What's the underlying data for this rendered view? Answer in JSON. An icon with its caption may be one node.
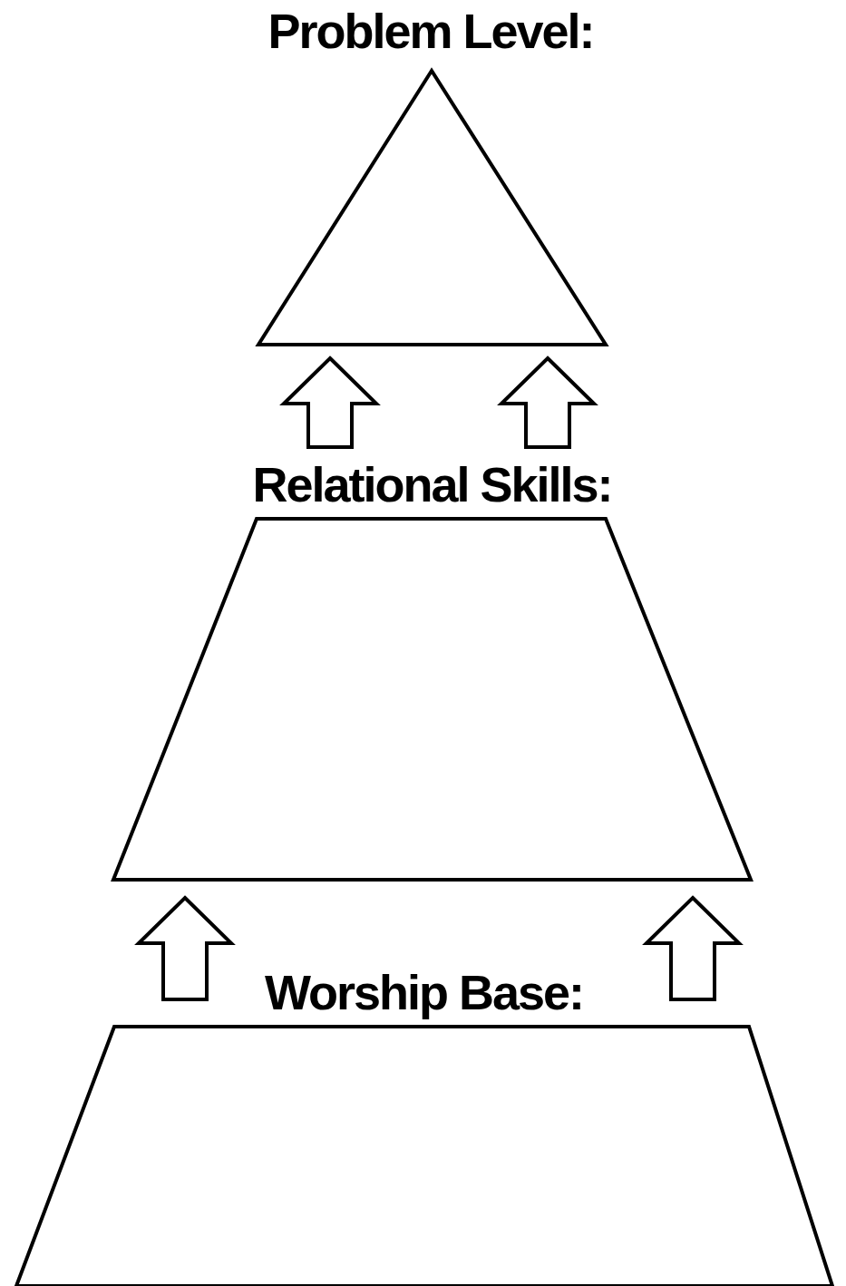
{
  "diagram": {
    "nodes": [
      {
        "text": [
          "Problem Level:"
        ]
      },
      {
        "text": [
          "Relational Skills:"
        ]
      },
      {
        "text": [
          "Worship Base:"
        ]
      }
    ],
    "edges": [
      {
        "from": 1,
        "to": 0,
        "arrow": "to"
      },
      {
        "from": 1,
        "to": 0,
        "arrow": "to"
      },
      {
        "from": 2,
        "to": 1,
        "arrow": "to"
      },
      {
        "from": 2,
        "to": 1,
        "arrow": "to"
      }
    ]
  }
}
